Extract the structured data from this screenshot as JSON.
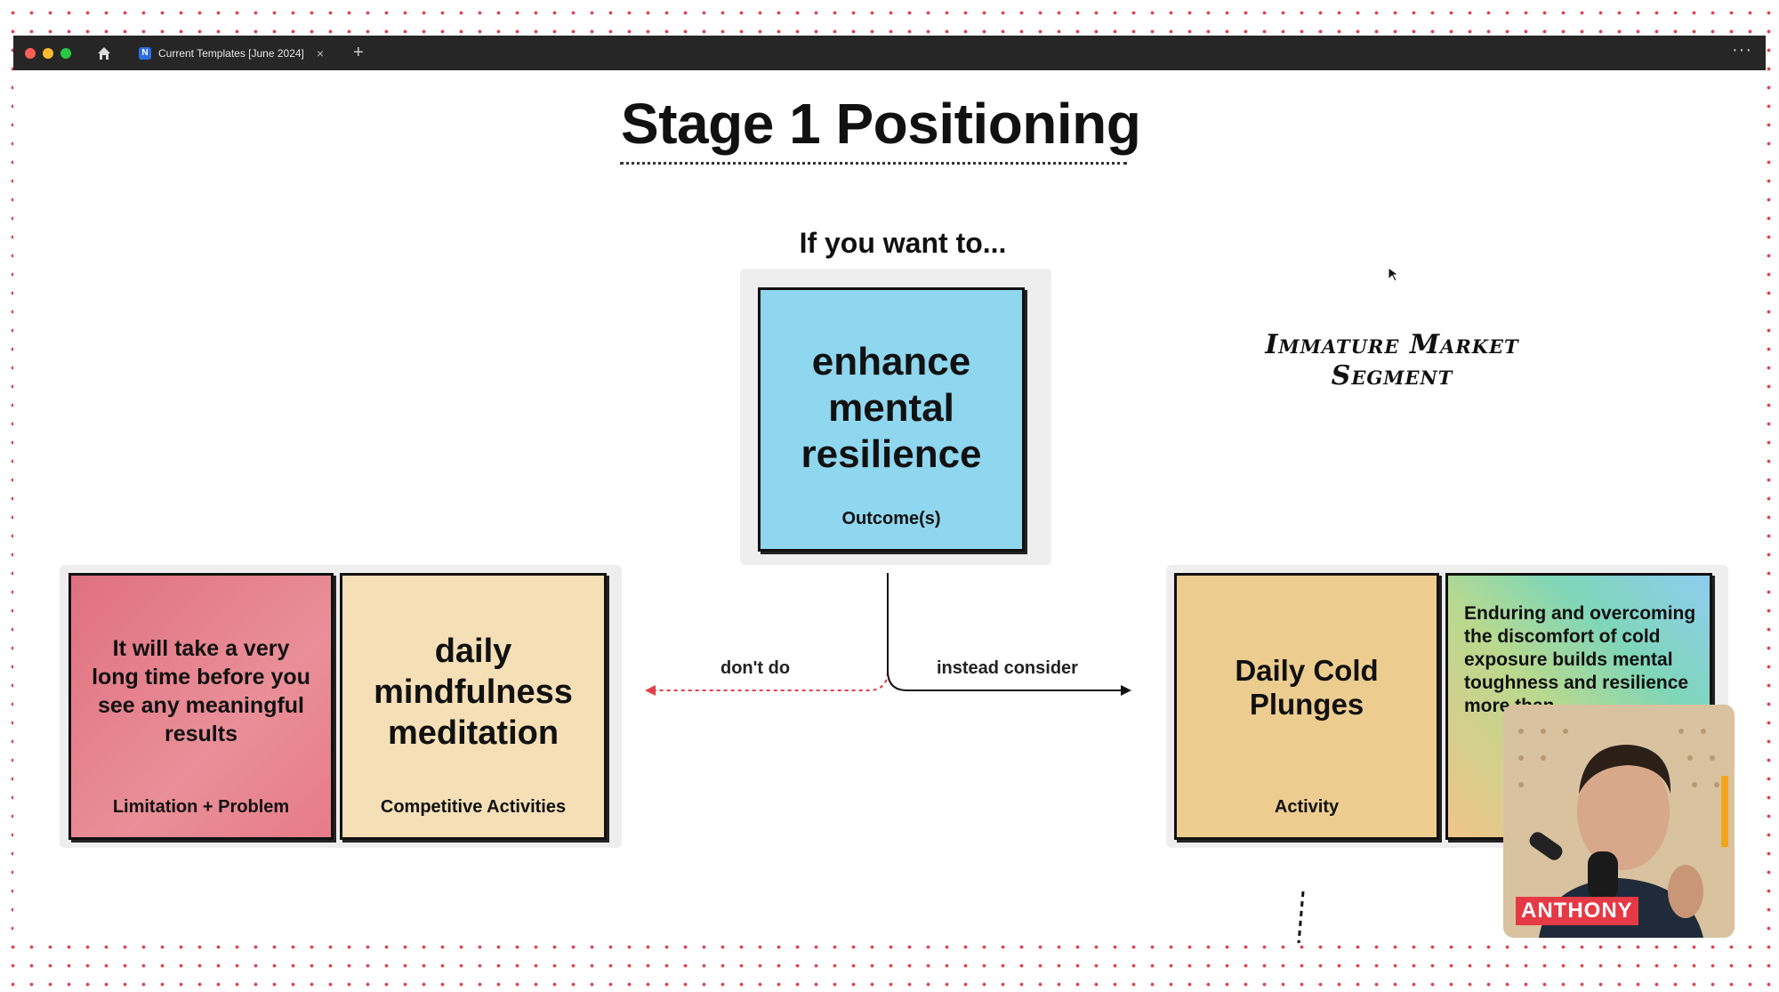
{
  "browser": {
    "tab_title": "Current Templates [June 2024]",
    "tab_close": "×",
    "new_tab": "+",
    "more": "···"
  },
  "canvas": {
    "title": "Stage 1 Positioning",
    "subtitle": "If you want to...",
    "segment_label": "Immature Market Segment",
    "outcome": {
      "text": "enhance mental resilience",
      "tag": "Outcome(s)",
      "color": "#8fd6ef"
    },
    "limitation": {
      "text": "It will take a very long time before you see any meaningful results",
      "tag": "Limitation + Problem",
      "color": "#e0707f"
    },
    "competitive": {
      "text": "daily mindfulness meditation",
      "tag": "Competitive Activities",
      "color": "#f5dfb6"
    },
    "activity": {
      "text": "Daily Cold Plunges",
      "tag": "Activity",
      "color": "#edcc90"
    },
    "benefit": {
      "text": "Enduring and overcoming the discomfort of cold exposure builds mental toughness and resilience more than"
    },
    "flow": {
      "dont_do": "don't do",
      "instead": "instead consider"
    }
  },
  "video": {
    "speaker": "ANTHONY"
  }
}
